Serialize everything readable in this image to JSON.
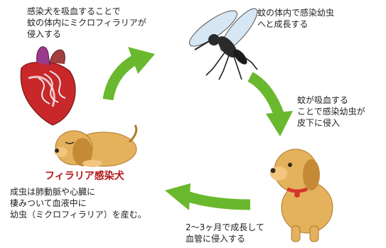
{
  "cycle": {
    "step_infected_dog_bite": [
      "感染犬を吸血することで",
      "蚊の体内にミクロフィラリアが",
      "侵入する"
    ],
    "step_mosquito_growth": [
      "蚊の体内で感染幼虫",
      "へと成長する"
    ],
    "step_mosquito_bite": [
      "蚊が吸血する",
      "ことで感染幼虫が",
      "皮下に侵入"
    ],
    "step_dog_growth": [
      "2～3ヶ月で成長して",
      "血管に侵入する"
    ],
    "infected_dog_label": "フィラリア感染犬",
    "step_adult_worm": [
      "成虫は肺動脈や心臓に",
      "棲みついて血液中に",
      "幼虫（ミクロフィラリア）を産む。"
    ]
  },
  "colors": {
    "arrow": "#6ab82e",
    "label_red": "#b01818",
    "dog_fur": "#e4b15d",
    "heart_red": "#c8282a"
  },
  "icons": [
    "mosquito-icon",
    "heart-icon",
    "sleeping-dog-icon",
    "healthy-dog-icon",
    "cycle-arrow-icon"
  ]
}
